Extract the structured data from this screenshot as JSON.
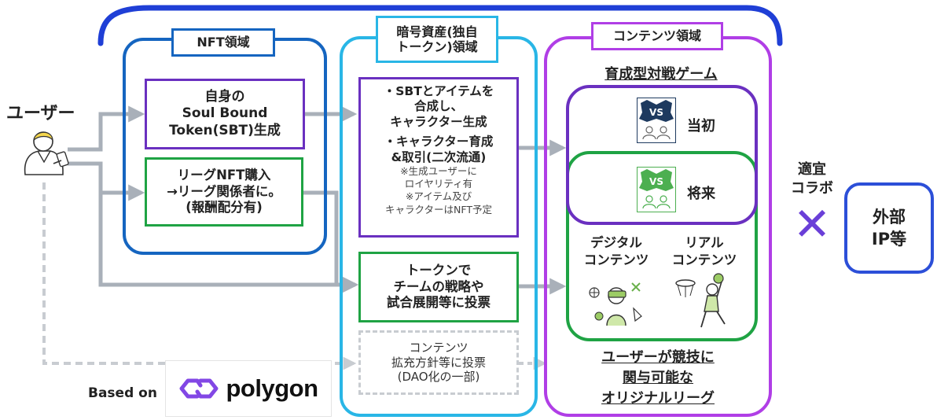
{
  "user": {
    "label": "ユーザー"
  },
  "nft": {
    "title": "NFT領域",
    "sbt": "自身の\nSoul Bound\nToken(SBT)生成",
    "league": "リーグNFT購入\n→リーグ関係者に。\n(報酬配分有)"
  },
  "crypto": {
    "title": "暗号資産(独自\nトークン)領域",
    "main_lines": [
      "・SBTとアイテムを",
      "合成し、",
      "キャラクター生成",
      "・キャラクター育成",
      "&取引(二次流通)"
    ],
    "notes": [
      "※生成ユーザーに",
      "ロイヤリティ有",
      "※アイテム及び",
      "キャラクターはNFT予定"
    ],
    "vote": "トークンで\nチームの戦略や\n試合展開等に投票",
    "dao": "コンテンツ\n拡充方針等に投票\n(DAO化の一部)"
  },
  "content": {
    "title": "コンテンツ領域",
    "game_title": "育成型対戦ゲーム",
    "initial": "当初",
    "future": "将来",
    "digital": "デジタル\nコンテンツ",
    "real": "リアル\nコンテンツ",
    "bottom_lines": [
      "ユーザーが競技に",
      "関与可能な",
      "オリジナルリーグ"
    ]
  },
  "collab": {
    "label": "適宜\nコラボ",
    "symbol": "✕"
  },
  "ip": {
    "label": "外部\nIP等"
  },
  "footer": {
    "based_on": "Based on",
    "logo_text": "polygon"
  },
  "icons": {
    "user": "user-with-phone-icon",
    "vs_initial": "vs-badge-icon",
    "vs_future": "vs-badge-icon",
    "digital": "vr-player-icon",
    "real": "basketball-player-icon",
    "polygon": "polygon-logo-icon"
  },
  "colors": {
    "top_arc": "#1f3fd6",
    "nft_border": "#1565c0",
    "crypto_border": "#29b6e6",
    "content_border": "#b03ee6",
    "purple_box": "#6a30c0",
    "green_box": "#1fa344",
    "ip_border": "#2c4fd8",
    "cross": "#6a3fd8",
    "arrow": "#a9b0b9",
    "vs_dark": "#1e3a5f",
    "vs_green": "#4caf50"
  }
}
